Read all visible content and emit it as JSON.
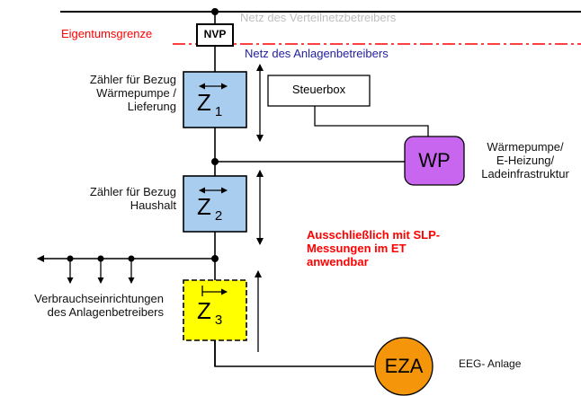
{
  "labels": {
    "grid_operator": "Netz des Verteilnetzbetreibers",
    "property_limit": "Eigentumsgrenze",
    "nvp": "NVP",
    "plant_operator_net": "Netz des Anlagenbetreibers",
    "meter1_desc_line1": "Zähler für Bezug",
    "meter1_desc_line2": "Wärmepumpe /",
    "meter1_desc_line3": "Lieferung",
    "control_box": "Steuerbox",
    "wp": "WP",
    "wp_desc_line1": "Wärmepumpe/",
    "wp_desc_line2": "E-Heizung/",
    "wp_desc_line3": "Ladeinfrastruktur",
    "meter2_desc_line1": "Zähler für Bezug",
    "meter2_desc_line2": "Haushalt",
    "note_line1": "Ausschließlich mit SLP-",
    "note_line2": "Messungen im ET",
    "note_line3": "anwendbar",
    "consumers_line1": "Verbrauchseinrichtungen",
    "consumers_line2": "des Anlagenbetreibers",
    "eza": "EZA",
    "eeg": "EEG- Anlage"
  },
  "meters": [
    {
      "letter": "Z",
      "index": "1"
    },
    {
      "letter": "Z",
      "index": "2"
    },
    {
      "letter": "Z",
      "index": "3"
    }
  ],
  "colors": {
    "meter_fill": "#a9cdee",
    "meter3_fill": "#ffff00",
    "wp_fill": "#c866f0",
    "eza_fill": "#f5960a",
    "property_line": "#ff0000",
    "plant_net_text": "#1f1fa0",
    "grid_text": "#bfbfbf",
    "note_text": "#ff0000"
  }
}
